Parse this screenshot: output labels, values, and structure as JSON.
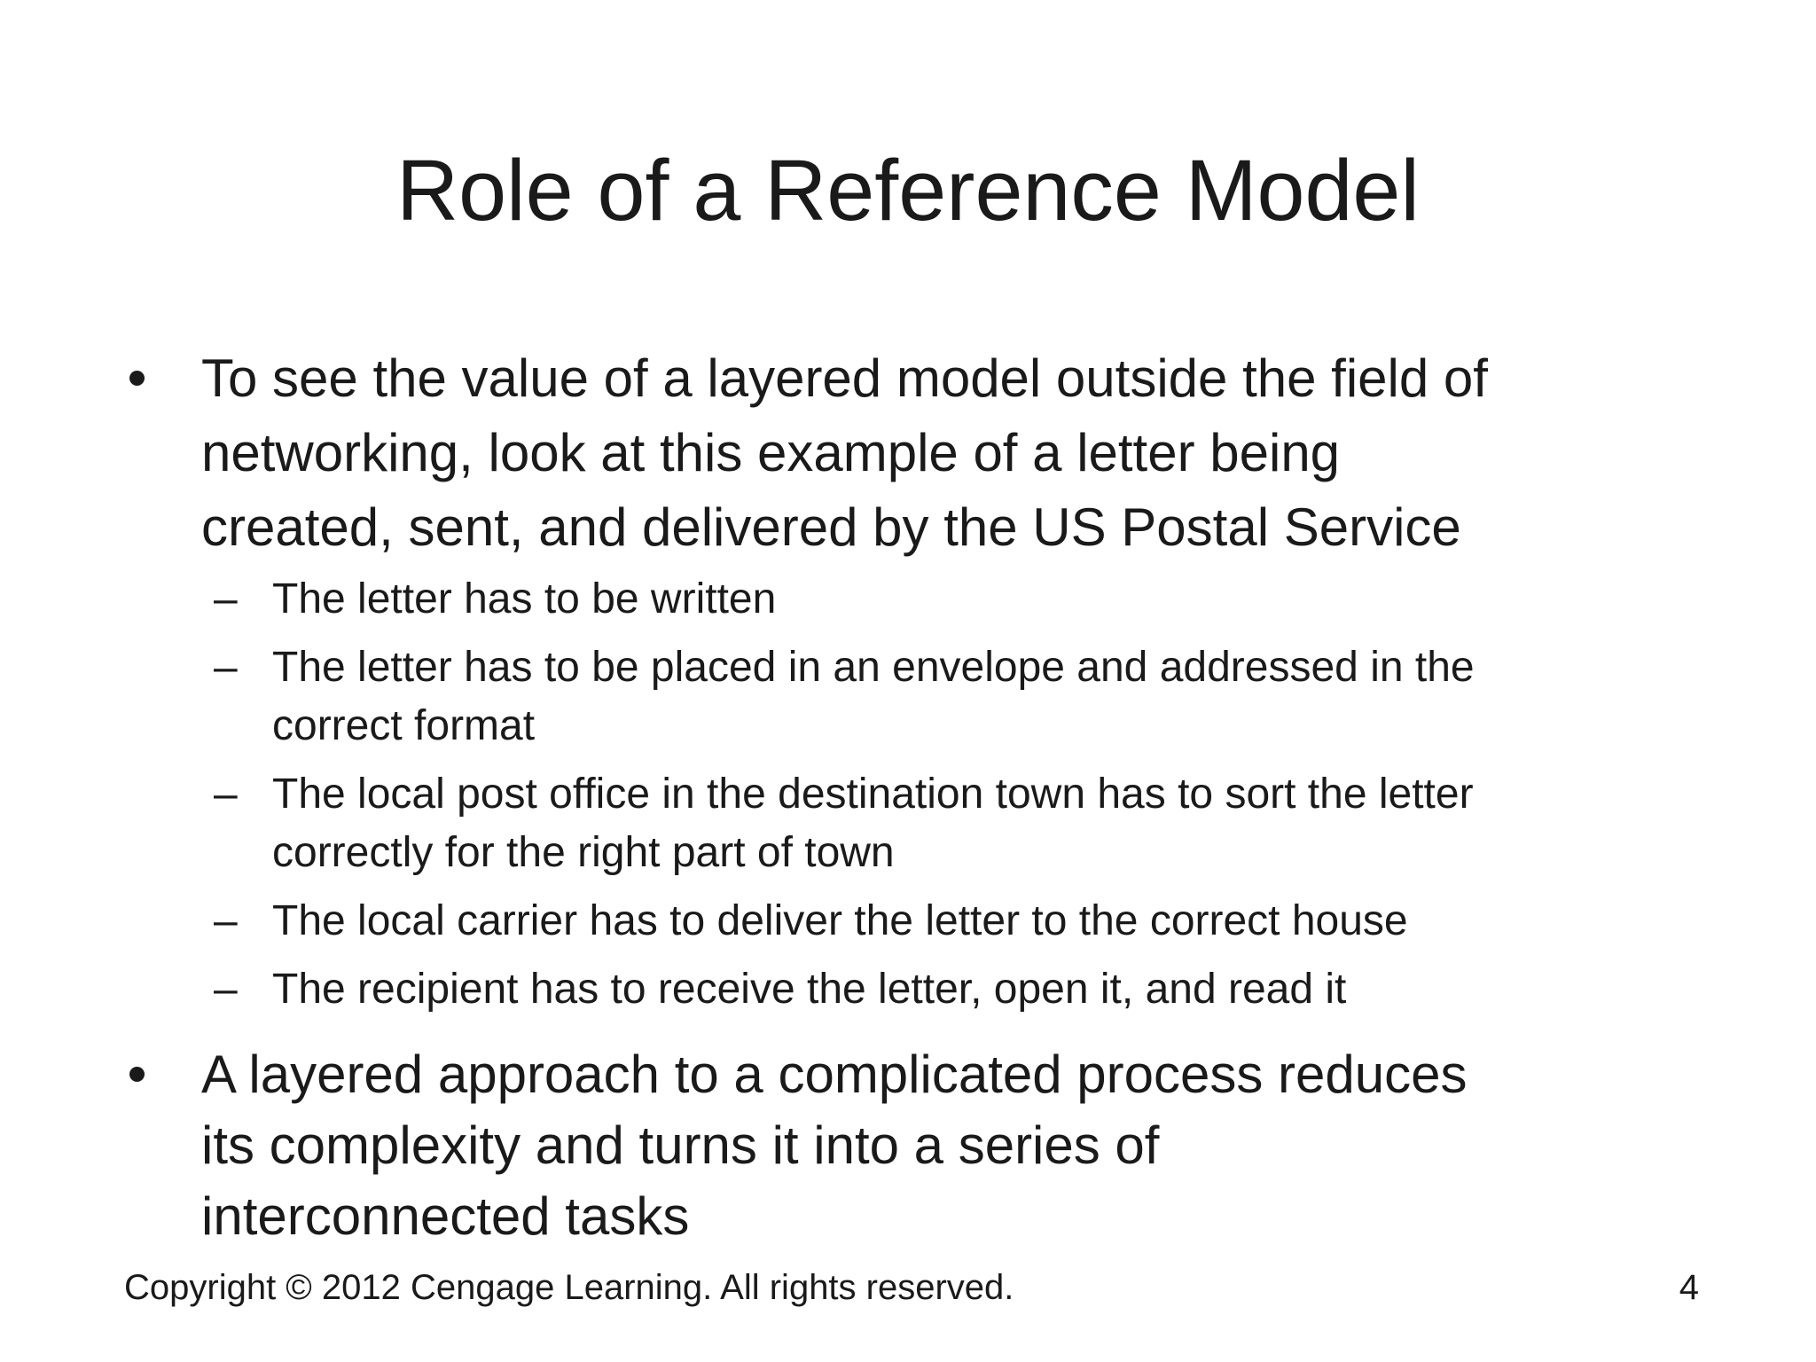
{
  "slide": {
    "title": "Role of a Reference Model",
    "sub_marker": "–",
    "bullets": [
      {
        "text": "To see the value of a layered model outside the field of\nnetworking, look at this example of a letter being\ncreated, sent, and delivered by the US Postal Service",
        "sub_items": [
          "The letter has to be written",
          "The letter has to be placed in an envelope and addressed in the\ncorrect format",
          "The local post office in the destination town has to sort the letter\ncorrectly for the right part of town",
          "The local carrier has to deliver the letter to the correct house",
          "The recipient has to receive the letter, open it, and read it"
        ]
      },
      {
        "text": "A layered approach to a complicated process reduces\nits complexity and turns it into a series of\ninterconnected tasks"
      }
    ],
    "footer": {
      "copyright": "Copyright © 2012 Cengage Learning. All rights reserved.",
      "page_number": "4"
    },
    "colors": {
      "background": "#ffffff",
      "text": "#1a1a1a"
    }
  }
}
